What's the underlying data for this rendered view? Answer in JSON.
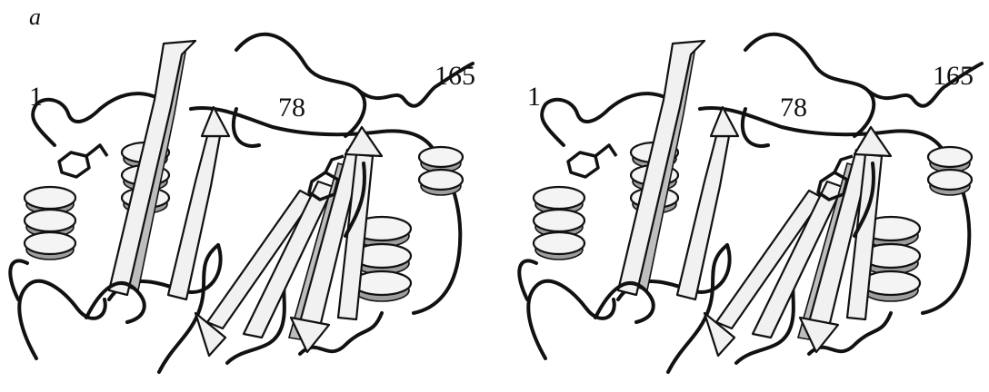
{
  "figure": {
    "panel_letter": "a",
    "left_view": {
      "labels": {
        "n_term": "1",
        "middle": "78",
        "c_term": "165"
      }
    },
    "right_view": {
      "labels": {
        "n_term": "1",
        "middle": "78",
        "c_term": "165"
      }
    }
  }
}
